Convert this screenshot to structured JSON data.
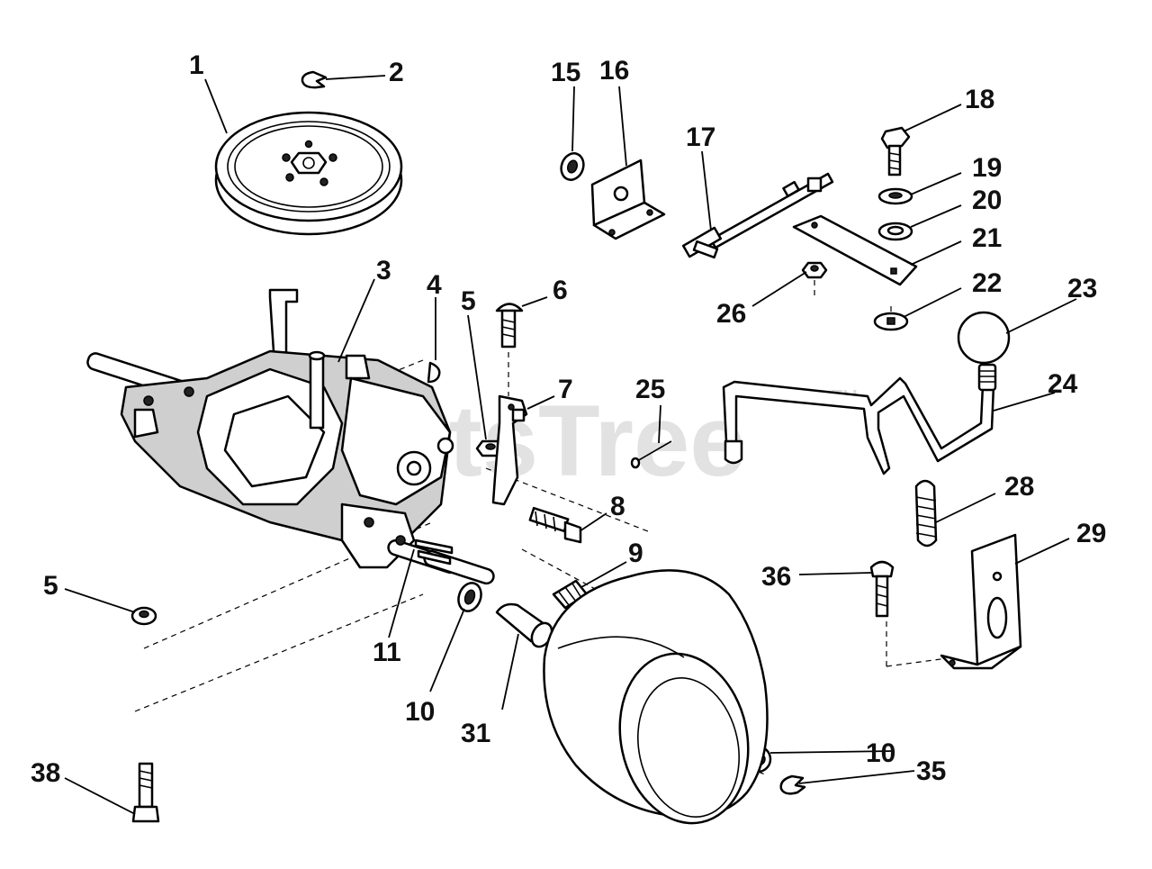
{
  "watermark": {
    "text": "PartsTree",
    "trademark": "TM"
  },
  "callouts": [
    {
      "id": "c1",
      "label": "1"
    },
    {
      "id": "c2",
      "label": "2"
    },
    {
      "id": "c3",
      "label": "3"
    },
    {
      "id": "c4",
      "label": "4"
    },
    {
      "id": "c5a",
      "label": "5"
    },
    {
      "id": "c5b",
      "label": "5"
    },
    {
      "id": "c6",
      "label": "6"
    },
    {
      "id": "c7",
      "label": "7"
    },
    {
      "id": "c8",
      "label": "8"
    },
    {
      "id": "c9",
      "label": "9"
    },
    {
      "id": "c10a",
      "label": "10"
    },
    {
      "id": "c10b",
      "label": "10"
    },
    {
      "id": "c11",
      "label": "11"
    },
    {
      "id": "c15",
      "label": "15"
    },
    {
      "id": "c16",
      "label": "16"
    },
    {
      "id": "c17",
      "label": "17"
    },
    {
      "id": "c18",
      "label": "18"
    },
    {
      "id": "c19",
      "label": "19"
    },
    {
      "id": "c20",
      "label": "20"
    },
    {
      "id": "c21",
      "label": "21"
    },
    {
      "id": "c22",
      "label": "22"
    },
    {
      "id": "c23",
      "label": "23"
    },
    {
      "id": "c24",
      "label": "24"
    },
    {
      "id": "c25",
      "label": "25"
    },
    {
      "id": "c26",
      "label": "26"
    },
    {
      "id": "c28",
      "label": "28"
    },
    {
      "id": "c29",
      "label": "29"
    },
    {
      "id": "c31",
      "label": "31"
    },
    {
      "id": "c35",
      "label": "35"
    },
    {
      "id": "c36",
      "label": "36"
    },
    {
      "id": "c38",
      "label": "38"
    }
  ]
}
